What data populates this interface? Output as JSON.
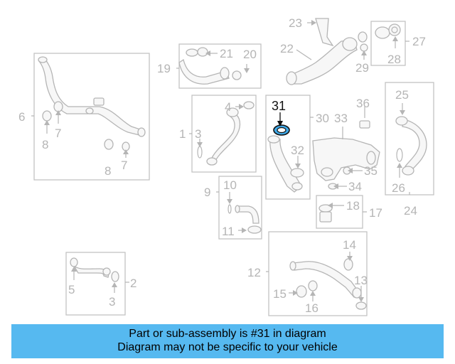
{
  "highlight_part": "31",
  "callouts": {
    "c1": "1",
    "c2": "2",
    "c3a": "3",
    "c3b": "3",
    "c4": "4",
    "c5": "5",
    "c6": "6",
    "c7a": "7",
    "c7b": "7",
    "c8a": "8",
    "c8b": "8",
    "c9": "9",
    "c10": "10",
    "c11": "11",
    "c12": "12",
    "c13": "13",
    "c14": "14",
    "c15": "15",
    "c16": "16",
    "c17": "17",
    "c18": "18",
    "c19": "19",
    "c20": "20",
    "c21": "21",
    "c22": "22",
    "c23": "23",
    "c24": "24",
    "c25": "25",
    "c26": "26",
    "c27": "27",
    "c28": "28",
    "c29": "29",
    "c30": "30",
    "c31": "31",
    "c32": "32",
    "c33": "33",
    "c34": "34",
    "c35": "35",
    "c36": "36"
  },
  "banner": {
    "line1": "Part or sub-assembly is #31 in diagram",
    "line2": "Diagram may not be specific to your vehicle"
  },
  "colors": {
    "banner_bg": "#56b9f0",
    "highlight_fill": "#3fa9e8",
    "line_gray": "#b5b5b5"
  }
}
